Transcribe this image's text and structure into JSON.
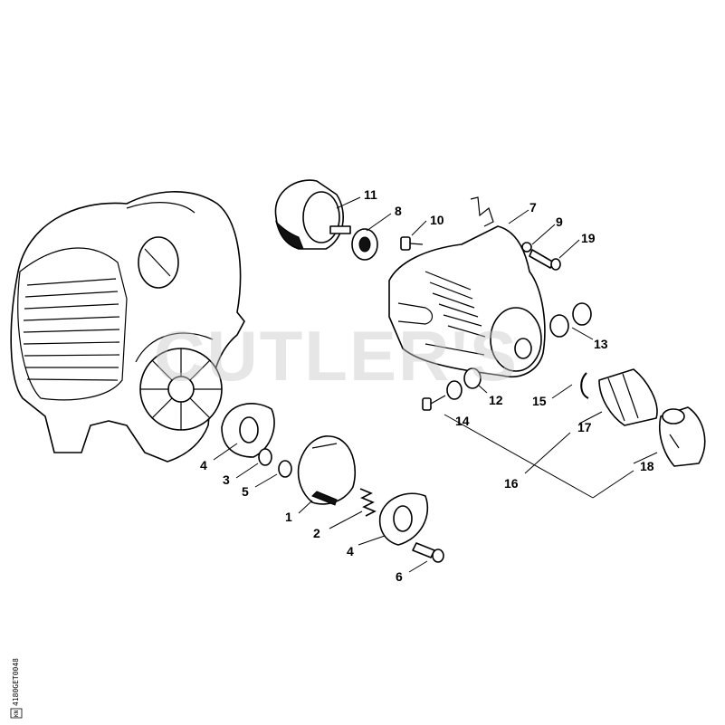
{
  "watermark": "CUTLER'S",
  "drawing_code": "4180GET0048",
  "drawing_code_suffix": "KN",
  "callouts": {
    "c1": "1",
    "c2": "2",
    "c3": "3",
    "c4a": "4",
    "c4b": "4",
    "c5": "5",
    "c6": "6",
    "c7": "7",
    "c8": "8",
    "c9": "9",
    "c10": "10",
    "c11": "11",
    "c12": "12",
    "c13": "13",
    "c14": "14",
    "c15": "15",
    "c16": "16",
    "c17": "17",
    "c18": "18",
    "c19": "19"
  },
  "icons": {
    "engine": "engine-housing-icon",
    "clutch_drum": "clutch-drum-icon",
    "gear_head": "clutch-housing-icon"
  }
}
